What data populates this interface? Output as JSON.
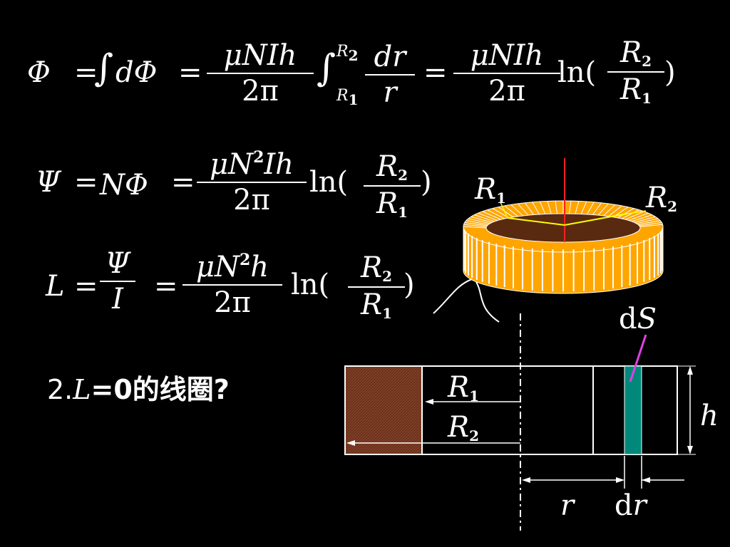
{
  "eq1": {
    "phi": "Φ",
    "eq": "=",
    "int": "∫",
    "dphi": "dΦ",
    "num": "μNIh",
    "den": "2π",
    "int_upper_var": "R",
    "int_upper_sub": "2",
    "int_lower_var": "R",
    "int_lower_sub": "1",
    "dr": "dr",
    "r": "r",
    "ln": "ln(",
    "close": ")",
    "frac_num_var": "R",
    "frac_num_sub": "2",
    "frac_den_var": "R",
    "frac_den_sub": "1"
  },
  "eq2": {
    "psi": "Ψ",
    "eq": "=",
    "nphi": "NΦ",
    "num_mu": "μN",
    "num_sup": "2",
    "num_rest": "Ih",
    "den": "2π",
    "ln": "ln(",
    "close": ")",
    "frac_num_var": "R",
    "frac_num_sub": "2",
    "frac_den_var": "R",
    "frac_den_sub": "1"
  },
  "eq3": {
    "L": "L",
    "eq": "=",
    "psi": "Ψ",
    "I": "I",
    "num_mu": "μN",
    "num_sup": "2",
    "num_rest": "h",
    "den": "2π",
    "ln": "ln(",
    "close": ")",
    "frac_num_var": "R",
    "frac_num_sub": "2",
    "frac_den_var": "R",
    "frac_den_sub": "1"
  },
  "question": {
    "prefix": "2.",
    "L": "L",
    "rest": "=0的线圈?"
  },
  "labels": {
    "R1_var": "R",
    "R1_sub": "1",
    "R2_var": "R",
    "R2_sub": "2",
    "dS_d": "d",
    "dS_S": "S",
    "h": "h",
    "r": "r",
    "dr_d": "d",
    "dr_r": "r"
  },
  "colors": {
    "toroid_fill": "#FFA500",
    "toroid_lines": "#FFFFFF",
    "inner": "#5a2a10",
    "axis": "#FF2020",
    "yellow": "#FFFF00",
    "strip": "#00897B",
    "hatch": "#6b2f1a",
    "pointer": "#E040E0"
  }
}
